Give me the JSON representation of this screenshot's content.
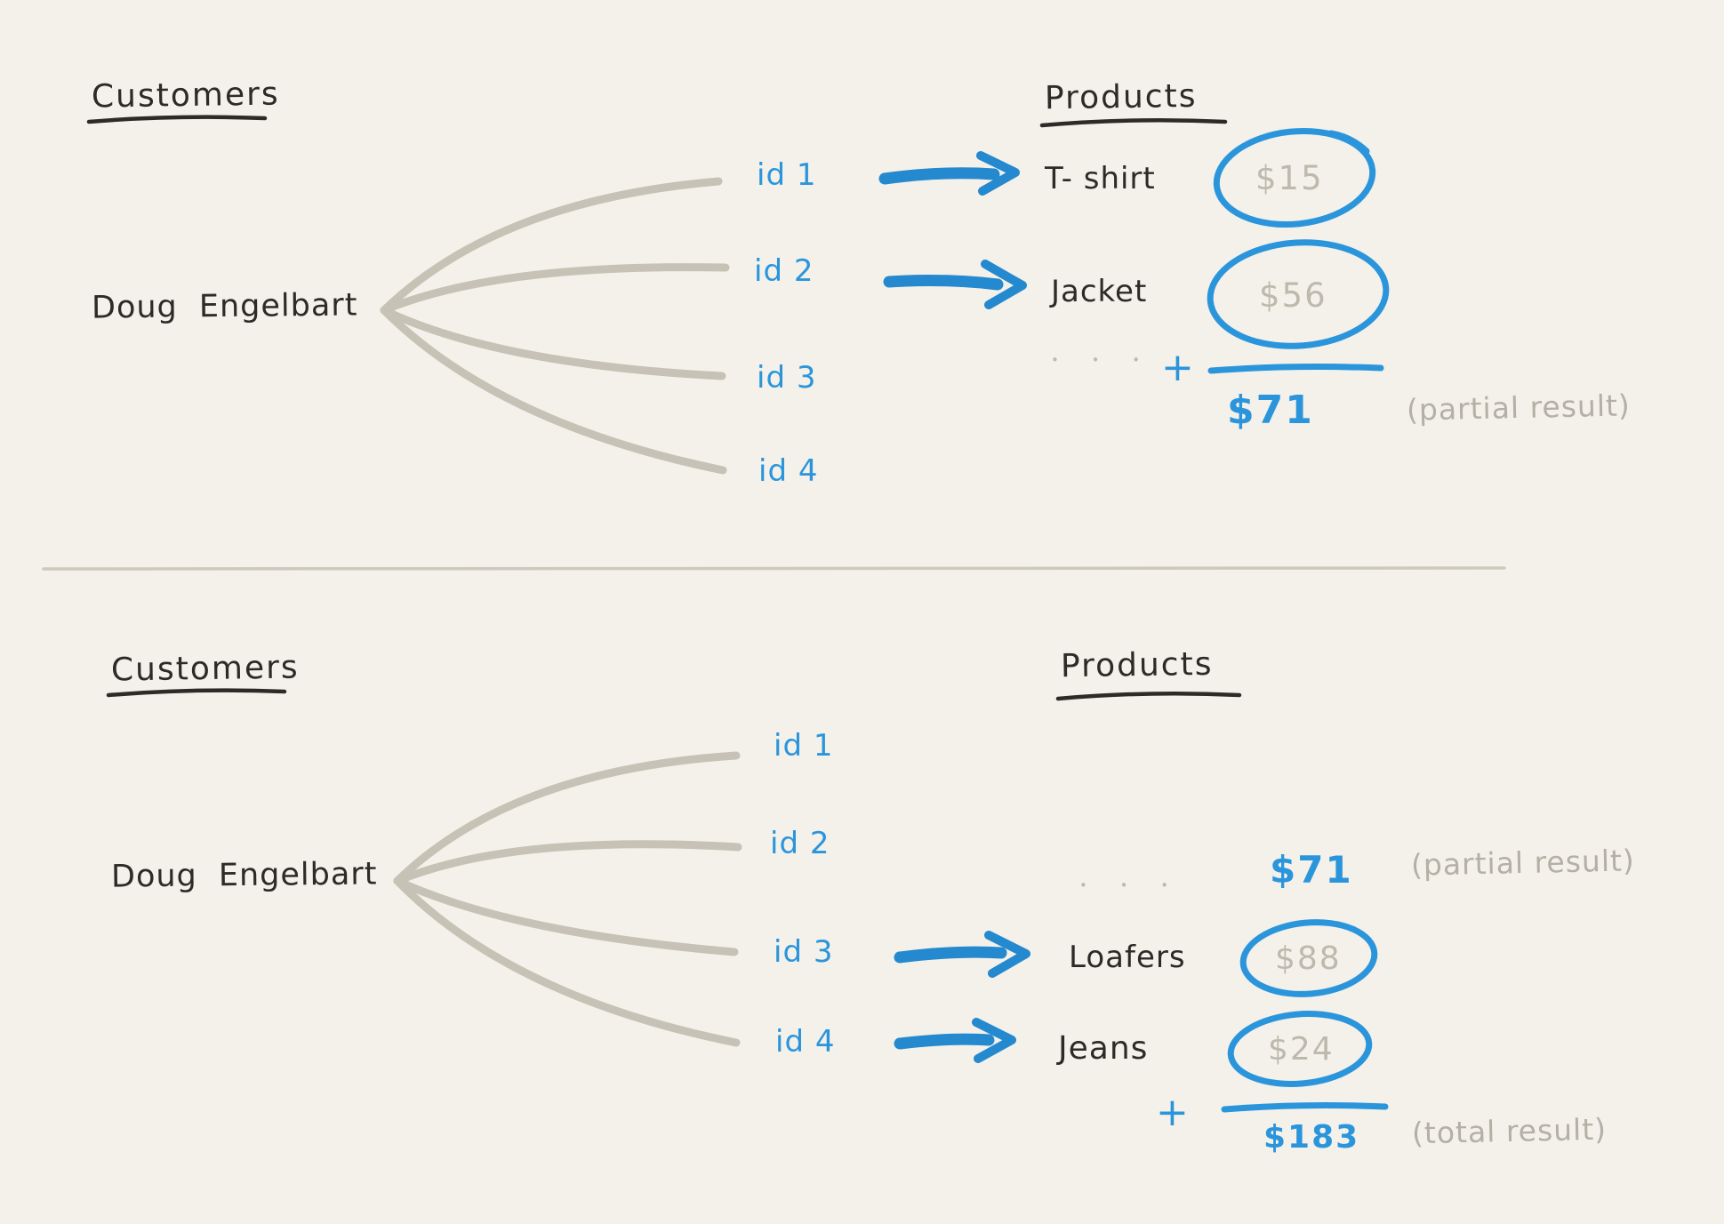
{
  "colors": {
    "background": "#f4f1ea",
    "ink_black": "#2d2b27",
    "ink_blue": "#2b95dc",
    "ink_gray": "#bdb9ad",
    "divider_gray": "#cdc9bd"
  },
  "top": {
    "customers_title": "Customers",
    "customer_name": "Doug Engelbart",
    "products_title": "Products",
    "ids": [
      "id 1",
      "id 2",
      "id 3",
      "id 4"
    ],
    "rows": [
      {
        "product": "T- shirt",
        "price": "$15"
      },
      {
        "product": "Jacket",
        "price": "$56"
      }
    ],
    "ellipsis": "• • •",
    "plus": "+",
    "sum": "$71",
    "sum_note": "(partial result)"
  },
  "bottom": {
    "customers_title": "Customers",
    "customer_name": "Doug Engelbart",
    "products_title": "Products",
    "ids": [
      "id 1",
      "id 2",
      "id 3",
      "id 4"
    ],
    "carryover": {
      "value": "$71",
      "note": "(partial result)"
    },
    "rows": [
      {
        "product": "Loafers",
        "price": "$88"
      },
      {
        "product": "Jeans",
        "price": "$24"
      }
    ],
    "ellipsis": "• • •",
    "plus": "+",
    "sum": "$183",
    "sum_note": "(total result)"
  }
}
